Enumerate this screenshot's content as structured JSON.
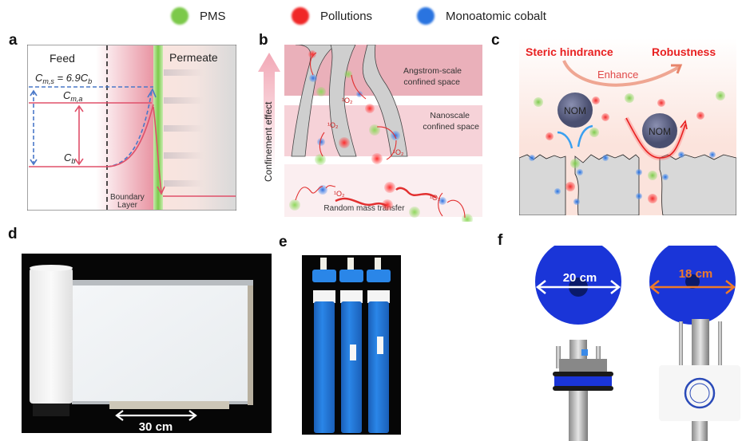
{
  "legend": {
    "items": [
      {
        "label": "PMS",
        "color": "#7cc94a"
      },
      {
        "label": "Pollutions",
        "color": "#f02828"
      },
      {
        "label": "Monoatomic cobalt",
        "color": "#2a74e0"
      }
    ]
  },
  "panels": {
    "a": {
      "letter": "a",
      "feed_label": "Feed",
      "permeate_label": "Permeate",
      "cms_label": "C",
      "cms_sub": "m,s",
      "cms_eq": " = 6.9C",
      "cms_eq_sub": "b",
      "cma_label": "C",
      "cma_sub": "m,a",
      "cb_label": "C",
      "cb_sub": "b",
      "boundary_label_1": "Boundary",
      "boundary_label_2": "Layer",
      "cms_ratio": 6.9
    },
    "b": {
      "letter": "b",
      "axis_label": "Confinement effect",
      "zone_top": [
        "Angstrom-scale",
        "confined space"
      ],
      "zone_mid": [
        "Nanoscale",
        "confined space"
      ],
      "zone_bottom": "Random mass transfer",
      "singlet_oxygen": "1O2"
    },
    "c": {
      "letter": "c",
      "steric_label": "Steric hindrance",
      "robust_label": "Robustness",
      "enhance_label": "Enhance",
      "nom_label": "NOM"
    },
    "d": {
      "letter": "d",
      "scale_label": "30 cm"
    },
    "e": {
      "letter": "e"
    },
    "f": {
      "letter": "f",
      "scale_left": "20 cm",
      "scale_right": "18 cm"
    }
  },
  "colors": {
    "red_line": "#e0506a",
    "blue_dash": "#4a78c8",
    "pink_band": "#f2c4cc",
    "dark_pink_band": "#eba7b3",
    "green_membrane": "#8bd06a",
    "gray_pore": "#cfcfcf",
    "module_blue": "#1e6fd0",
    "disc_blue": "#1a35d8",
    "orange_arrow": "#ee7a2a",
    "nom_fill": "#5a5f80"
  }
}
